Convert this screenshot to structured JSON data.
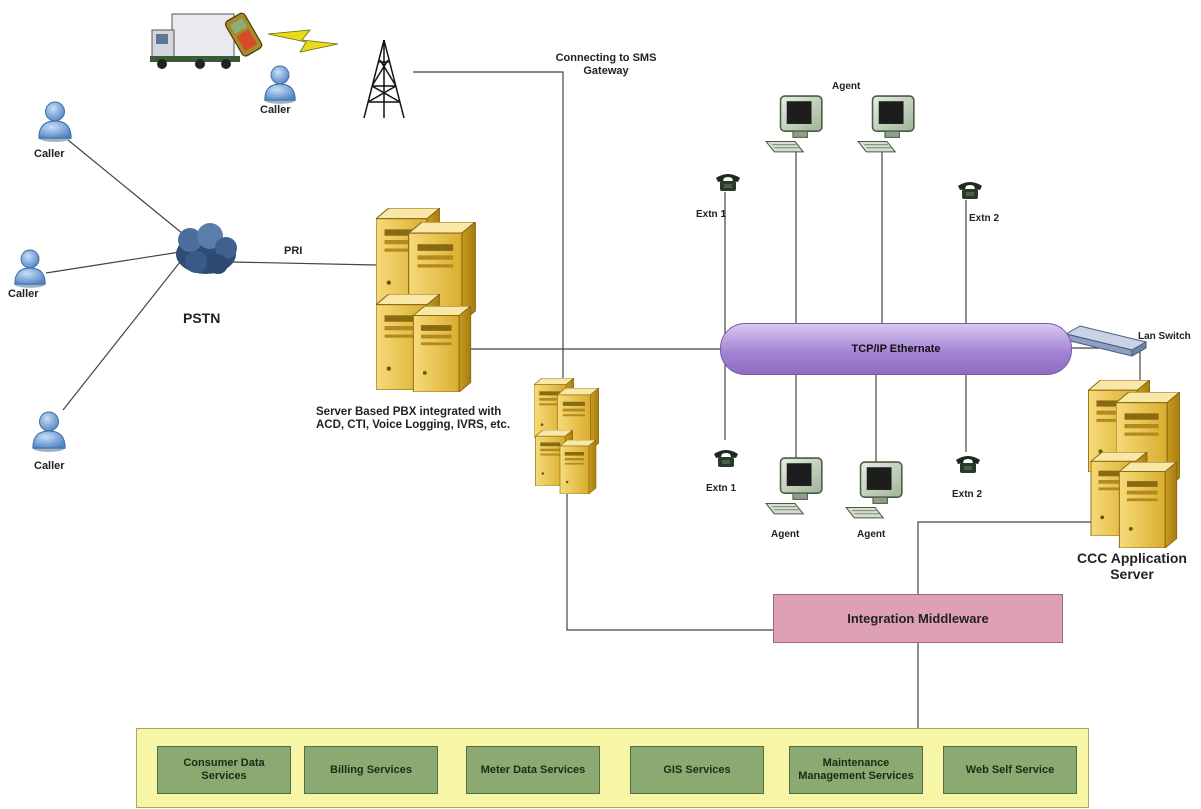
{
  "callers": [
    "Caller",
    "Caller",
    "Caller",
    "Caller"
  ],
  "pstn": "PSTN",
  "pri": "PRI",
  "sms_gateway": "Connecting to SMS Gateway",
  "pbx": "Server Based PBX integrated with ACD, CTI, Voice Logging, IVRS, etc.",
  "bus": "TCP/IP Ethernate",
  "lan_switch": "Lan Switch",
  "agents": [
    "Agent",
    "Agent",
    "Agent"
  ],
  "extensions": [
    "Extn 1",
    "Extn 2",
    "Extn 1",
    "Extn 2"
  ],
  "ccc_server": "CCC Application Server",
  "middleware": "Integration Middleware",
  "services": [
    "Consumer Data Services",
    "Billing Services",
    "Meter Data Services",
    "GIS Services",
    "Maintenance Management Services",
    "Web Self Service"
  ],
  "colors": {
    "bus": "#a485d4",
    "middleware": "#dea1b3",
    "service_bar": "#f6f6a6",
    "service_box": "#8aaa72",
    "server": "#e8c34a",
    "cloud": "#3d5f8a",
    "person": "#5b8fc9"
  },
  "icons": [
    "person-icon",
    "cloud-icon",
    "server-icon",
    "tower-icon",
    "phone-icon",
    "monitor-icon",
    "switch-icon",
    "truck-icon"
  ]
}
